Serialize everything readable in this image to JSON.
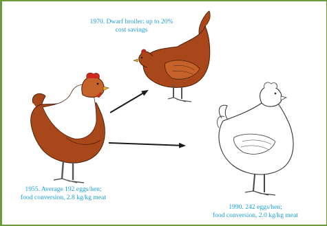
{
  "captions": {
    "dwarf_broiler": {
      "line1": "1970. Dwarf broiler: up to 20%",
      "line2": "cost savings"
    },
    "hen_1955": {
      "line1": "1955. Average 192 eggs/hen;",
      "line2": "food conversion, 2.8 kg/kg meat"
    },
    "hen_1990": {
      "line1": "1990. 242 eggs/hen;",
      "line2": "food conversion, 2.0 kg/kg meat"
    }
  },
  "colors": {
    "caption_text": "#1aa0d8",
    "frame": "#6a9a3a",
    "brown_hen": "#a8481a",
    "brown_hen_light": "#c4622a",
    "comb": "#d02818",
    "white_hen_outline": "#333333",
    "arrow": "#1a1a1a"
  }
}
